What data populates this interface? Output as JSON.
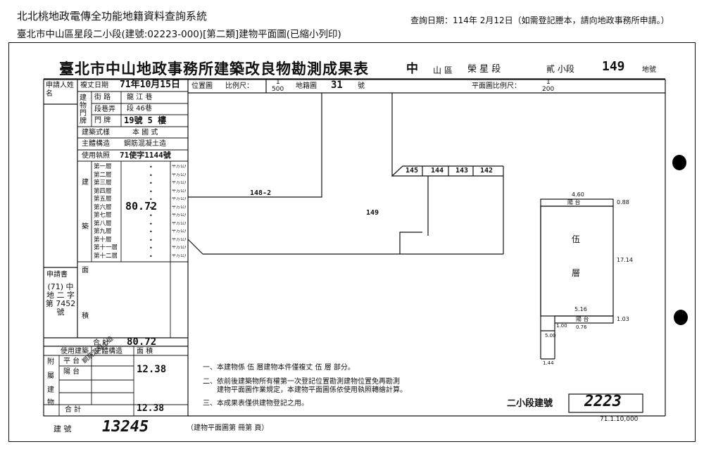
{
  "header": {
    "system_title": "北北桃地政電傳全功能地籍資料查詢系統",
    "query_date": "查詢日期：114年 2月12日（如需登記謄本，請向地政事務所申請。）",
    "subtitle": "臺北市中山區星段二小段(建號:02223-000)[第二類]建物平面圖(已縮小列印)"
  },
  "doc": {
    "title": "臺北市中山地政事務所建築改良物勘測成果表",
    "district_prefix": "中",
    "district": "山 區",
    "section": "榮 星 段",
    "subsection": "貳 小段",
    "lot_no": "149",
    "lot_suffix": "地號",
    "applicant": "申請人姓名",
    "survey_date_label": "複丈日期",
    "survey_date_val": "71年10月15日",
    "door_road_label": "街 路",
    "door_road_val": "龍 江 巷",
    "door_lane_label": "段巷弄",
    "door_lane_val": "段 46巷",
    "door_no_label": "門 牌",
    "door_no_val": "19號 5 樓",
    "building_char": "建 物 門 牌",
    "style_label": "建築式樣",
    "style_val": "本 國 式",
    "structure_label": "主體構造",
    "structure_val": "鋼筋混凝土造",
    "permit_label": "使用執照",
    "permit_val": "71使字1144號",
    "floors": [
      "第一層",
      "第二層",
      "第三層",
      "第四層",
      "第五層",
      "第六層",
      "第七層",
      "第八層",
      "第九層",
      "第十層",
      "第十一層",
      "第十二層"
    ],
    "floor_unit": "平方公尺",
    "fifth_floor_area": "80.72",
    "total_label": "合 計",
    "total_area": "80.72",
    "col_build": "建",
    "col_area1": "築",
    "col_area2": "面",
    "col_area3": "積",
    "request_book_label": "申請書",
    "request_book_val": "(71) 中 地 二 字 第 7452 號",
    "annex_header_use": "使用建築",
    "annex_header_struct": "主體構造",
    "annex_header_area": "面 積",
    "annex_rows": [
      "平 台",
      "陽 台"
    ],
    "annex_struct": "鋼筋混凝土造",
    "annex_area": "12.38",
    "annex_total": "12.38",
    "annex_side": [
      "附",
      "屬",
      "建",
      "物"
    ],
    "location_label": "位置圖",
    "scale_label": "比例尺：",
    "location_scale_top": "1",
    "location_scale_bottom": "500",
    "map_label": "地籍圖",
    "map_no": "31",
    "map_no_suffix": "號",
    "plan_scale_label": "平面圖比例尺：",
    "plan_scale_top": "1",
    "plan_scale_bottom": "200",
    "lots": [
      "145",
      "144",
      "143",
      "142",
      "148-2",
      "149"
    ],
    "plan_top_dim": "4.60",
    "plan_balcony_top": "陽 台",
    "plan_right_top_dim": "0.88",
    "plan_floor_name_1": "伍",
    "plan_floor_name_2": "層",
    "plan_side_dim": "17.14",
    "plan_bottom_dim": "5.16",
    "plan_balcony_bottom": "陽 台",
    "plan_right_bottom_dim": "1.03",
    "plan_small_1": "1.00",
    "plan_small_2": "0.76",
    "plan_small_3": "5.00",
    "plan_small_4": "1.44",
    "notes": [
      "一、本建物係 伍 層建物本件僅複丈 伍 層 部分。",
      "二、依前後建築物所有權第一次登記位置勘測建物位置免再勘測",
      "建物平面圖作業規定，本建物平面圖係依使用執照轉繪計算。",
      "三、本成果表僅供建物登記之用。"
    ],
    "subsection_bldg_label": "二小段建號",
    "subsection_bldg_no": "2223",
    "print_date": "71.1.10,000",
    "building_no_label": "建 號",
    "building_no_val": "13245",
    "plan_ref": "（建物平面圖第        冊第        頁）"
  }
}
